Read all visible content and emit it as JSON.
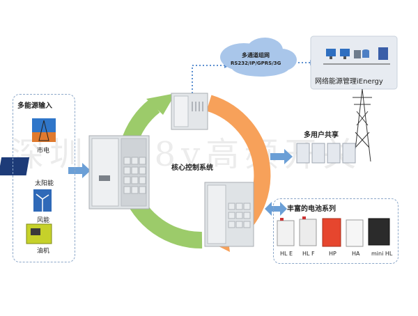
{
  "inputs": {
    "title": "多能源输入",
    "items": [
      {
        "label": "市电",
        "icon": "power-tower-icon"
      },
      {
        "label": "太阳能",
        "icon": "solar-panel-icon"
      },
      {
        "label": "风能",
        "icon": "wind-turbine-icon"
      },
      {
        "label": "油机",
        "icon": "diesel-generator-icon"
      }
    ]
  },
  "center": {
    "label": "核心控制系统"
  },
  "network": {
    "cloud_line1": "多通道组网",
    "cloud_line2": "RS232/IP/GPRS/3G",
    "system_label": "网络能源管理iEnergy"
  },
  "users": {
    "label": "多用户共享"
  },
  "batteries": {
    "title": "丰富的电池系列",
    "items": [
      {
        "label": "HL E",
        "color": "#f2f2f2"
      },
      {
        "label": "HL F",
        "color": "#ececec"
      },
      {
        "label": "HP",
        "color": "#e6462e"
      },
      {
        "label": "HA",
        "color": "#f6f6f6"
      },
      {
        "label": "mini HL",
        "color": "#2b2b2b"
      }
    ]
  },
  "watermark": "深圳市48v高频开关",
  "colors": {
    "arc_orange": "#f7a15a",
    "arc_green": "#9ccb6a",
    "arrow_blue": "#6b9fd6",
    "dash_blue": "#8aa6c8"
  }
}
